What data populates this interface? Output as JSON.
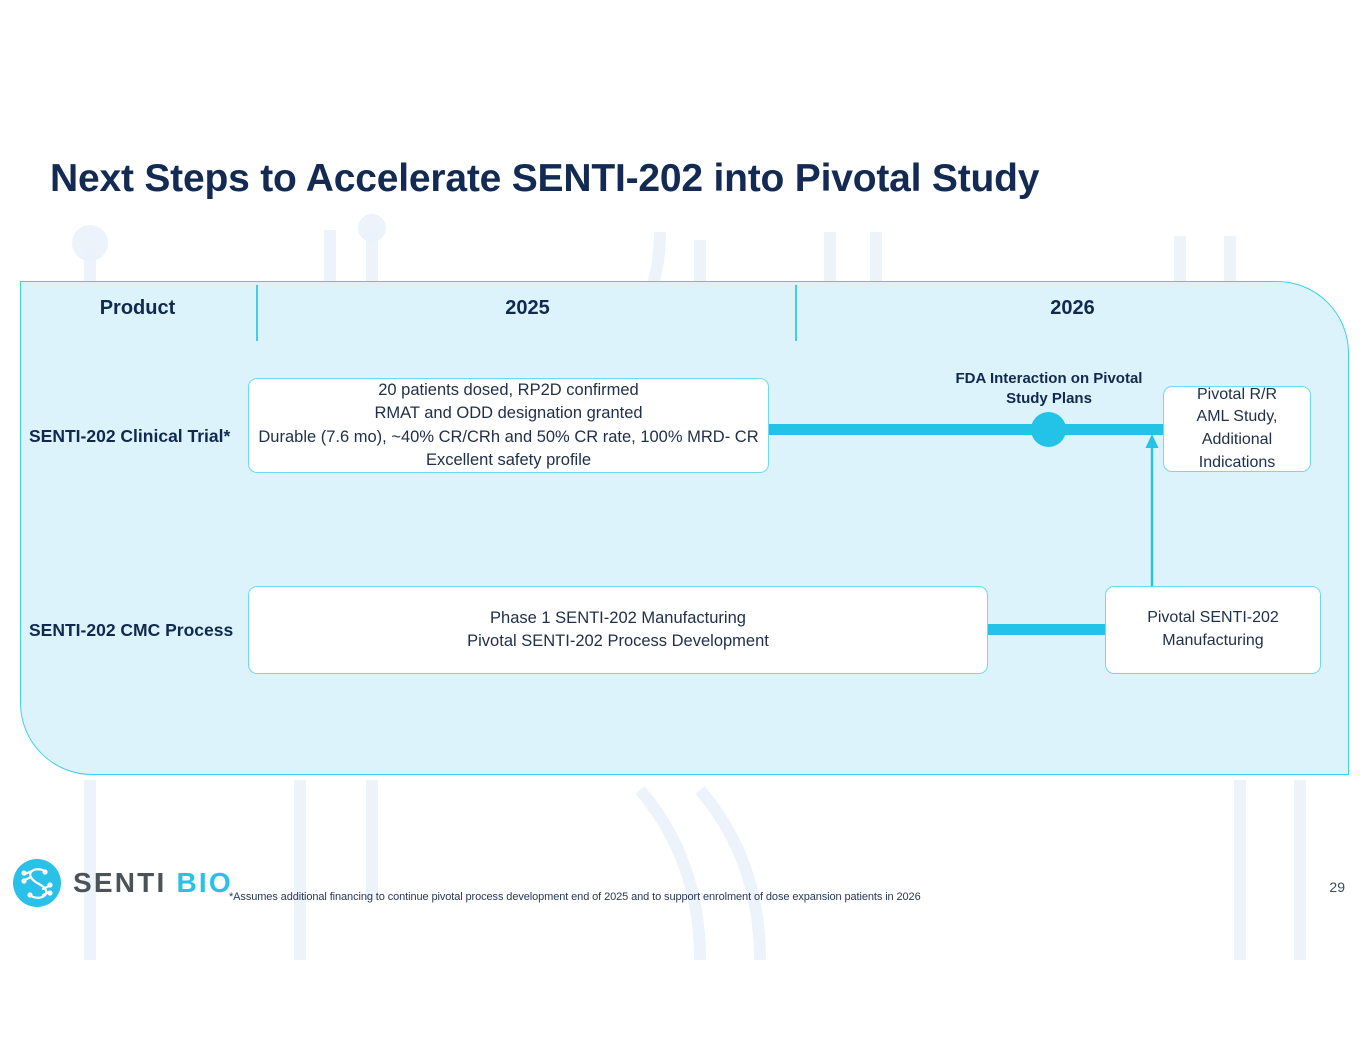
{
  "slide": {
    "title": "Next Steps to Accelerate SENTI-202 into Pivotal Study",
    "page_number": "29",
    "footnote": "*Assumes additional financing to continue pivotal process development end of 2025 and to support enrolment of dose expansion patients in 2026"
  },
  "brand": {
    "logo_primary": "SENTI",
    "logo_secondary": "BIO",
    "accent_cyan": "#22c3e6",
    "panel_fill": "#ddf3fb",
    "panel_border": "#3fcef0",
    "title_navy": "#132a52",
    "body_text": "#21304a"
  },
  "timeline": {
    "headers": [
      {
        "label": "Product"
      },
      {
        "label": "2025"
      },
      {
        "label": "2026"
      }
    ],
    "rows": [
      {
        "label": "SENTI-202 Clinical Trial*",
        "main_box": "20 patients dosed, RP2D confirmed\nRMAT and ODD designation granted\nDurable (7.6 mo), ~40% CR/CRh and 50% CR rate,  100% MRD- CR\nExcellent safety profile",
        "end_box": "Pivotal R/R\nAML Study,\nAdditional\nIndications",
        "milestone": "FDA Interaction on Pivotal\nStudy Plans"
      },
      {
        "label": "SENTI-202 CMC Process",
        "main_box": "Phase 1 SENTI-202 Manufacturing\nPivotal SENTI-202 Process Development",
        "end_box": "Pivotal SENTI-202\nManufacturing"
      }
    ]
  }
}
